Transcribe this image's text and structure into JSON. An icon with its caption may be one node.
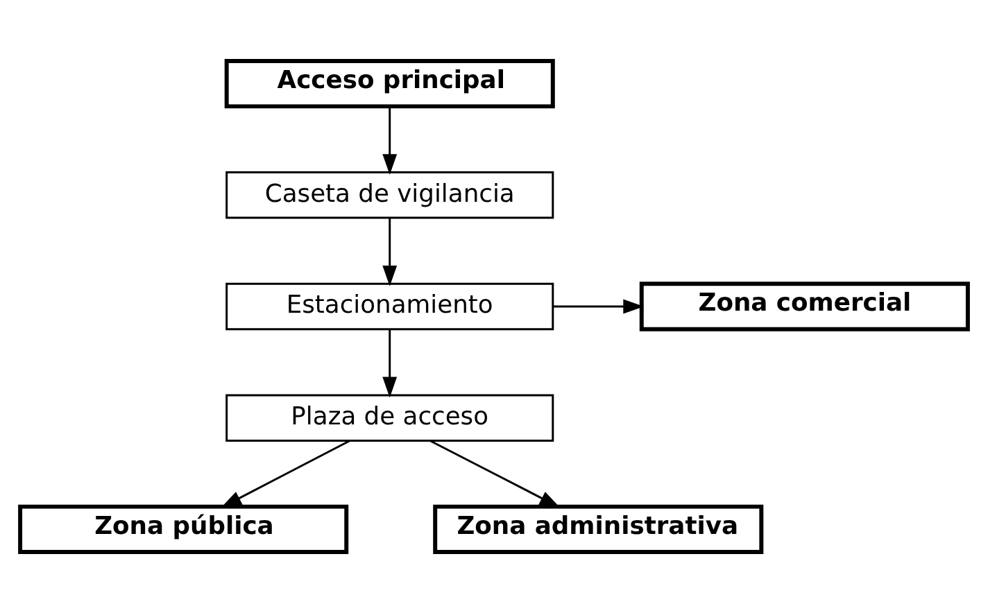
{
  "diagram": {
    "nodes": [
      {
        "text": [
          "Acceso principal"
        ]
      },
      {
        "text": [
          "Caseta de vigilancia"
        ]
      },
      {
        "text": [
          "Estacionamiento"
        ]
      },
      {
        "text": [
          "Zona comercial"
        ]
      },
      {
        "text": [
          "Plaza de acceso"
        ]
      },
      {
        "text": [
          "Zona pública"
        ]
      },
      {
        "text": [
          "Zona administrativa"
        ]
      }
    ],
    "edges": [
      {
        "from": 0,
        "to": 1,
        "arrow": "to"
      },
      {
        "from": 1,
        "to": 2,
        "arrow": "to"
      },
      {
        "from": 2,
        "to": 3,
        "arrow": "to"
      },
      {
        "from": 2,
        "to": 4,
        "arrow": "to"
      },
      {
        "from": 4,
        "to": 5,
        "arrow": "to"
      },
      {
        "from": 4,
        "to": 6,
        "arrow": "to"
      }
    ]
  }
}
